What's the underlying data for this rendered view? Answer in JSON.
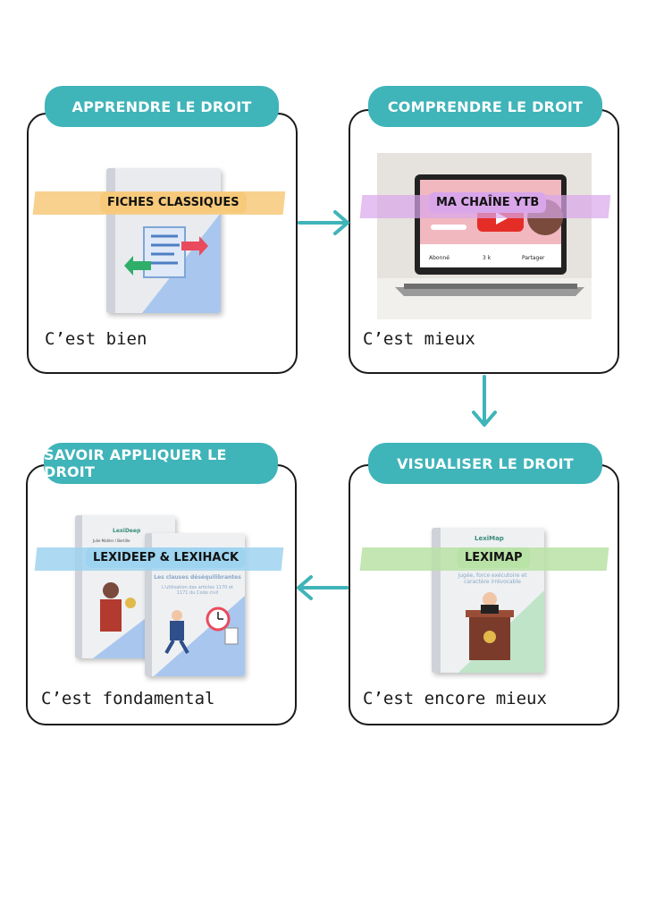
{
  "steps": [
    {
      "title": "APPRENDRE LE DROIT",
      "tag": "FICHES CLASSIQUES",
      "caption": "C’est bien"
    },
    {
      "title": "COMPRENDRE LE DROIT",
      "tag": "MA CHAÎNE YTB",
      "caption": "C’est mieux"
    },
    {
      "title": "VISUALISER LE DROIT",
      "tag": "LEXIMAP",
      "caption": "C’est encore mieux"
    },
    {
      "title": "SAVOIR APPLIQUER  LE DROIT",
      "tag": "LEXIDEEP & LEXIHACK",
      "caption": "C’est fondamental"
    }
  ],
  "video": {
    "channel": "Abonné",
    "likes": "3 k",
    "share": "Partager"
  },
  "leximap_book": {
    "brand": "LexiMap",
    "text": "jugée, force exécutoire et caractère irrévocable"
  },
  "lexideep_book": {
    "brand": "LexiDeep",
    "subtitle": "Julie Mahler / Bertille"
  },
  "lexihack_book": {
    "title": "Les clauses déséquilibrantes",
    "subtitle": "L'utilisation des articles 1170 et 1171 du Code civil"
  },
  "colors": {
    "accent": "#3fb4b9",
    "highlight_orange": "#f7c97a",
    "highlight_purple": "#d9a6ea",
    "highlight_blue": "#9fd4f0",
    "highlight_green": "#b9e2a6"
  }
}
